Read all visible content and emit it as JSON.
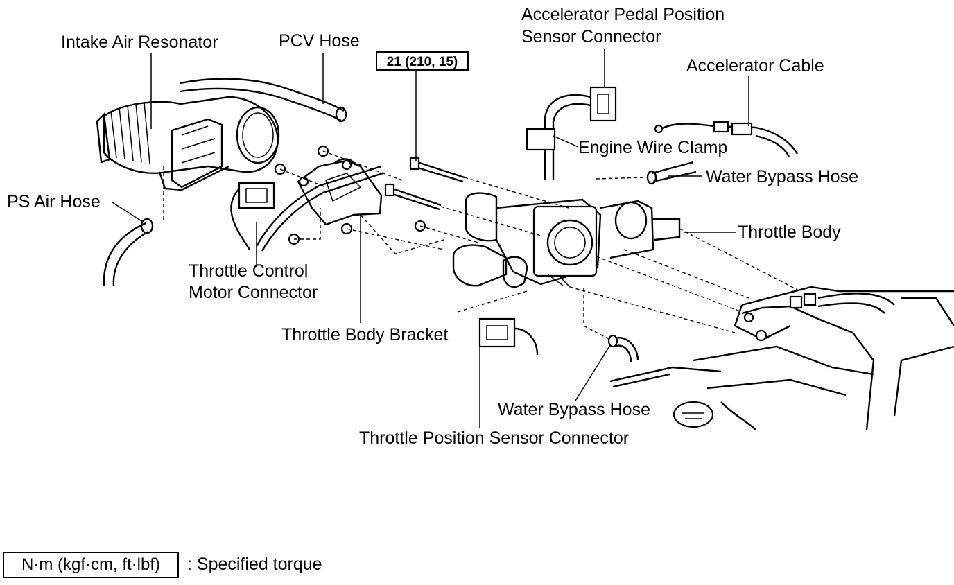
{
  "labels": {
    "intake_air_resonator": "Intake Air Resonator",
    "pcv_hose": "PCV Hose",
    "accel_pedal_sensor_line1": "Accelerator Pedal Position",
    "accel_pedal_sensor_line2": "Sensor Connector",
    "accelerator_cable": "Accelerator Cable",
    "engine_wire_clamp": "Engine Wire Clamp",
    "water_bypass_hose_upper": "Water Bypass Hose",
    "ps_air_hose": "PS Air Hose",
    "throttle_body": "Throttle Body",
    "throttle_control_motor_line1": "Throttle Control",
    "throttle_control_motor_line2": "Motor Connector",
    "throttle_body_bracket": "Throttle Body Bracket",
    "water_bypass_hose_lower": "Water Bypass Hose",
    "throttle_position_sensor_connector": "Throttle Position Sensor Connector"
  },
  "torque_spec": "21 (210, 15)",
  "legend": {
    "units": "N·m (kgf·cm, ft·lbf)",
    "description": ": Specified torque"
  }
}
